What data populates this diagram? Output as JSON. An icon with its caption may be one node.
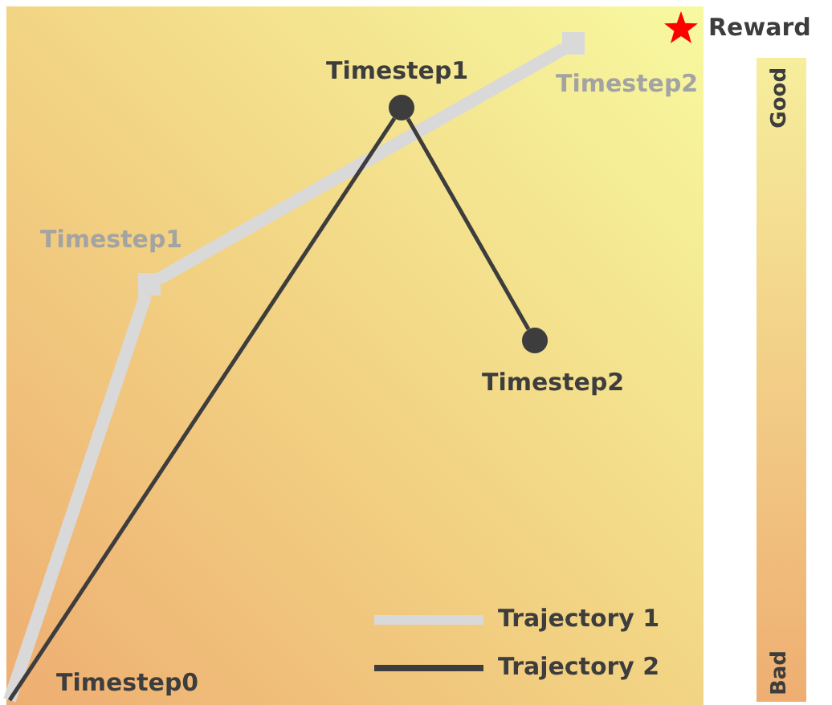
{
  "diagram": {
    "nodes": [
      {
        "text": [
          "Timestep0"
        ]
      },
      {
        "text": [],
        "shape": "box",
        "beside": [
          "Timestep1"
        ]
      },
      {
        "text": [],
        "shape": "box",
        "beside": [
          "Timestep2"
        ]
      },
      {
        "text": [],
        "shape": "circle",
        "beside": [
          "Timestep1"
        ]
      },
      {
        "text": [],
        "shape": "circle",
        "beside": [
          "Timestep2"
        ]
      },
      {
        "text": [
          "Good",
          "Bad"
        ],
        "beside": [
          "Reward"
        ]
      }
    ],
    "edges": [
      {
        "from": 0,
        "to": 1,
        "arrow": "none",
        "style": "thick",
        "color": "#d9d9d9"
      },
      {
        "from": 1,
        "to": 2,
        "arrow": "none",
        "style": "thick",
        "color": "#d9d9d9"
      },
      {
        "from": 0,
        "to": 3,
        "arrow": "none",
        "color": "#3d3d3d"
      },
      {
        "from": 3,
        "to": 4,
        "arrow": "none",
        "color": "#3d3d3d"
      }
    ],
    "legend": [
      {
        "text": "Trajectory 1"
      },
      {
        "text": "Trajectory 2"
      }
    ]
  }
}
